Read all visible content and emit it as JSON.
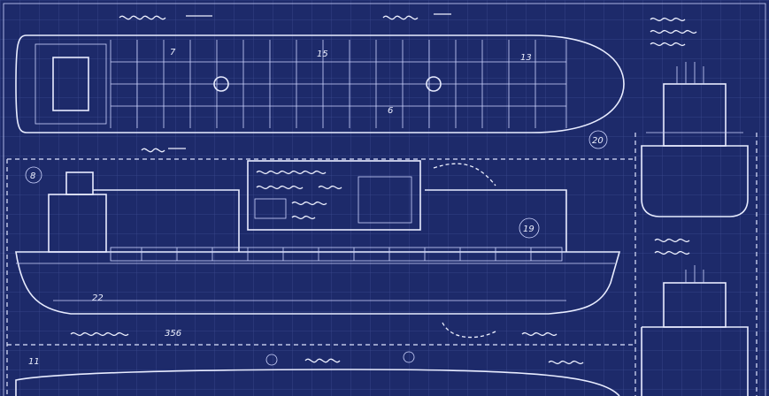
{
  "drawing": {
    "background_color": "#1d2a6a",
    "line_color": "#e8ecff",
    "plan_view_labels": [
      "7",
      "15",
      "6",
      "13"
    ],
    "callouts": [
      "20",
      "8",
      "19",
      "22",
      "11"
    ],
    "side_note": "356"
  }
}
